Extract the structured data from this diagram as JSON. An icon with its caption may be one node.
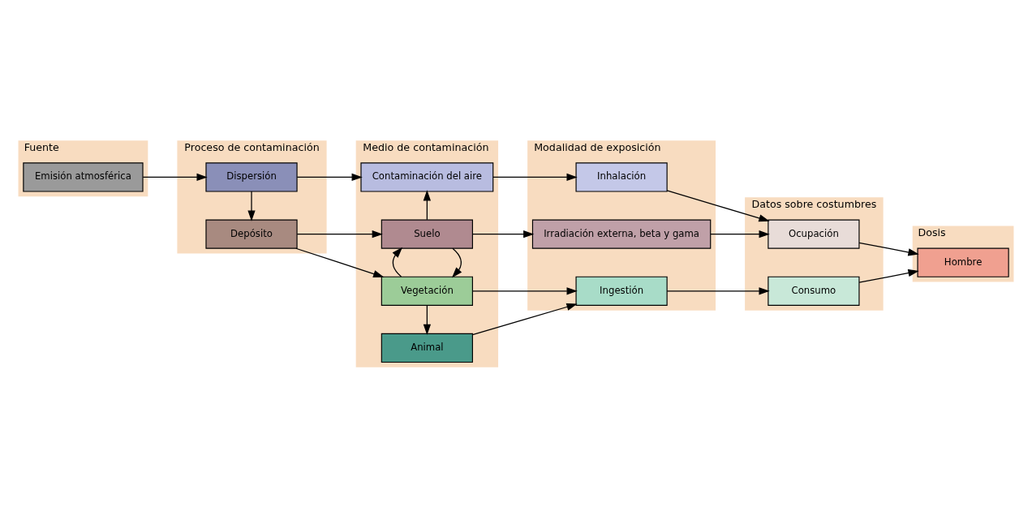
{
  "diagram": {
    "nodes": [
      {
        "text": [
          "Fuente"
        ]
      },
      {
        "text": [
          "Proceso de contaminación"
        ]
      },
      {
        "text": [
          "Medio de contaminación"
        ]
      },
      {
        "text": [
          "Modalidad de exposición"
        ]
      },
      {
        "text": [
          "Datos sobre costumbres"
        ]
      },
      {
        "text": [
          "Dosis"
        ]
      },
      {
        "text": [
          "Emisión atmosférica"
        ],
        "in": 0
      },
      {
        "text": [
          "Dispersión"
        ],
        "in": 1
      },
      {
        "text": [
          "Depósito"
        ],
        "in": 1
      },
      {
        "text": [
          "Contaminación del aire"
        ],
        "in": 2
      },
      {
        "text": [
          "Suelo"
        ],
        "in": 2
      },
      {
        "text": [
          "Vegetación"
        ],
        "in": 2
      },
      {
        "text": [
          "Animal"
        ],
        "in": 2
      },
      {
        "text": [
          "Inhalación"
        ],
        "in": 3
      },
      {
        "text": [
          "Irradiación externa, beta y gama"
        ],
        "in": 3
      },
      {
        "text": [
          "Ingestión"
        ],
        "in": 3
      },
      {
        "text": [
          "Ocupación"
        ],
        "in": 4
      },
      {
        "text": [
          "Consumo"
        ],
        "in": 4
      },
      {
        "text": [
          "Hombre"
        ],
        "in": 5
      }
    ],
    "edges": [
      {
        "from": 6,
        "to": 7,
        "arrow": "to"
      },
      {
        "from": 7,
        "to": 9,
        "arrow": "to"
      },
      {
        "from": 7,
        "to": 8,
        "arrow": "to"
      },
      {
        "from": 8,
        "to": 10,
        "arrow": "to"
      },
      {
        "from": 8,
        "to": 11,
        "arrow": "to"
      },
      {
        "from": 10,
        "to": 9,
        "arrow": "to"
      },
      {
        "from": 10,
        "to": 11,
        "arrow": "to"
      },
      {
        "from": 11,
        "to": 10,
        "arrow": "to"
      },
      {
        "from": 9,
        "to": 13,
        "arrow": "to"
      },
      {
        "from": 10,
        "to": 14,
        "arrow": "to"
      },
      {
        "from": 13,
        "to": 16,
        "arrow": "to"
      },
      {
        "from": 14,
        "to": 16,
        "arrow": "to"
      },
      {
        "from": 11,
        "to": 12,
        "arrow": "to"
      },
      {
        "from": 11,
        "to": 15,
        "arrow": "to"
      },
      {
        "from": 12,
        "to": 15,
        "arrow": "to"
      },
      {
        "from": 15,
        "to": 17,
        "arrow": "to"
      },
      {
        "from": 16,
        "to": 18,
        "arrow": "to"
      },
      {
        "from": 17,
        "to": 18,
        "arrow": "to"
      }
    ]
  }
}
